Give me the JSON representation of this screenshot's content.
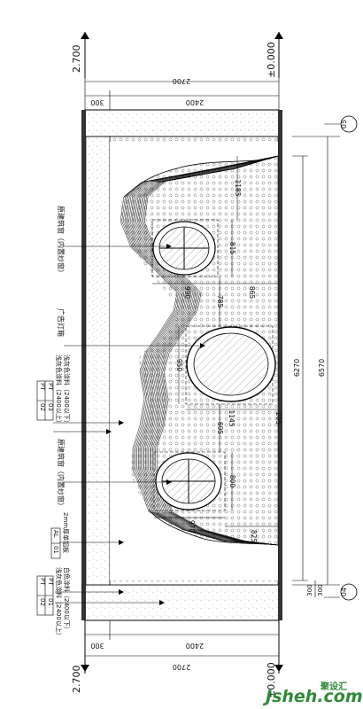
{
  "elevations": {
    "top": "±0.000",
    "bottom": "2.700"
  },
  "dimensions": {
    "total_height": "2700",
    "upper_zone": "2400",
    "lower_zone": "300",
    "length_inner": "6270",
    "length_total": "6570",
    "top_offset": "1185",
    "window_top_height": "815",
    "window_top_width": "990",
    "gap_top": "865",
    "gap_upper": "785",
    "window_mid_height": "950",
    "window_mid_width": "1145",
    "gap_mid_right": "205",
    "gap_mid_low": "695",
    "window_bot_height": "800",
    "window_bot_width": "970",
    "gap_bottom": "825",
    "end_offset": "300"
  },
  "axes": {
    "top": "05",
    "bottom": "04"
  },
  "labels": {
    "window_top": "原建筑窗（内置纱窗）",
    "light_box": "广告灯箱",
    "pt02_code": "PT",
    "pt02_num": "02",
    "pt03_code": "PT",
    "pt03_num": "03",
    "pt02_desc": "浅灰色涂料（2400以上）",
    "pt03_desc": "浅灰色涂料（2400以下）",
    "window_bot": "原建筑窗（内置纱窗）",
    "al01_code": "AL",
    "al01_num": "01",
    "al01_desc": "2mm厚单铝板",
    "legend_pt02_code": "PT",
    "legend_pt02_num": "02",
    "legend_pt01_code": "PT",
    "legend_pt01_num": "01",
    "legend_pt02_desc": "浅灰色涂料（2400以上）",
    "legend_pt01_desc": "白色涂料（2400以下）"
  },
  "watermark": {
    "main": "Jsheh.com",
    "cn": "聚设汇"
  }
}
